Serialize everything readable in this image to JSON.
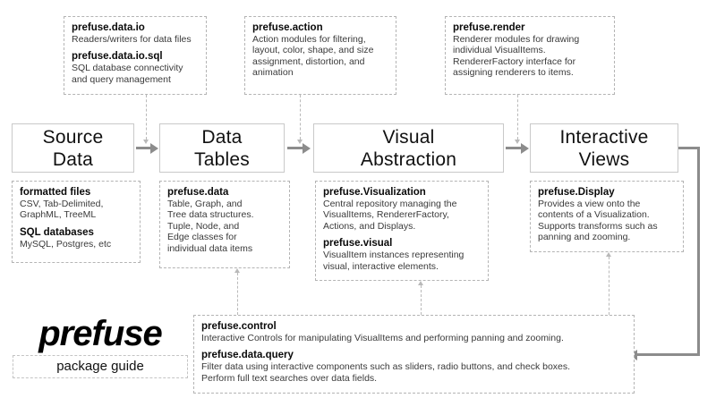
{
  "diagram": {
    "title": "prefuse package guide",
    "accent_line_color": "#8c8c8c",
    "dashed_border_color": "#b4b4b4",
    "solid_border_color": "#c9c9c9"
  },
  "logo": {
    "wordmark": "prefuse",
    "subtitle": "package guide"
  },
  "stages": [
    {
      "id": "source-data",
      "line1": "Source",
      "line2": "Data"
    },
    {
      "id": "data-tables",
      "line1": "Data",
      "line2": "Tables"
    },
    {
      "id": "visual-abstraction",
      "line1": "Visual",
      "line2": "Abstraction"
    },
    {
      "id": "interactive-views",
      "line1": "Interactive",
      "line2": "Views"
    }
  ],
  "top_notes": [
    {
      "id": "prefuse-data-io",
      "entries": [
        {
          "head": "prefuse.data.io",
          "body": "Readers/writers for data files"
        },
        {
          "head": "prefuse.data.io.sql",
          "body": "SQL database connectivity\nand query management"
        }
      ]
    },
    {
      "id": "prefuse-action",
      "entries": [
        {
          "head": "prefuse.action",
          "body": "Action modules for filtering,\nlayout, color, shape, and size\nassignment, distortion, and\nanimation"
        }
      ]
    },
    {
      "id": "prefuse-render",
      "entries": [
        {
          "head": "prefuse.render",
          "body": "Renderer modules for drawing\nindividual VisualItems.\nRendererFactory interface for\nassigning renderers to items."
        }
      ]
    }
  ],
  "bottom_notes": [
    {
      "id": "source-data-detail",
      "entries": [
        {
          "head": "formatted files",
          "body": "CSV, Tab-Delimited,\nGraphML, TreeML"
        },
        {
          "head": "SQL databases",
          "body": "MySQL, Postgres, etc"
        }
      ]
    },
    {
      "id": "prefuse-data",
      "entries": [
        {
          "head": "prefuse.data",
          "body": "Table, Graph, and\nTree data structures.\nTuple, Node, and\nEdge classes for\nindividual data items"
        }
      ]
    },
    {
      "id": "prefuse-visualization",
      "entries": [
        {
          "head": "prefuse.Visualization",
          "body": "Central repository managing the\nVisualItems, RendererFactory,\nActions, and Displays."
        },
        {
          "head": "prefuse.visual",
          "body": "VisualItem instances representing\nvisual, interactive elements."
        }
      ]
    },
    {
      "id": "prefuse-display",
      "entries": [
        {
          "head": "prefuse.Display",
          "body": "Provides a view onto the\ncontents of a Visualization.\nSupports transforms such as\npanning and zooming."
        }
      ]
    }
  ],
  "footer_note": {
    "id": "prefuse-control-query",
    "entries": [
      {
        "head": "prefuse.control",
        "body": "Interactive Controls for manipulating VisualItems and performing panning and zooming."
      },
      {
        "head": "prefuse.data.query",
        "body": "Filter data using interactive components such as sliders, radio buttons, and check boxes.\nPerform full text searches over data fields."
      }
    ]
  }
}
